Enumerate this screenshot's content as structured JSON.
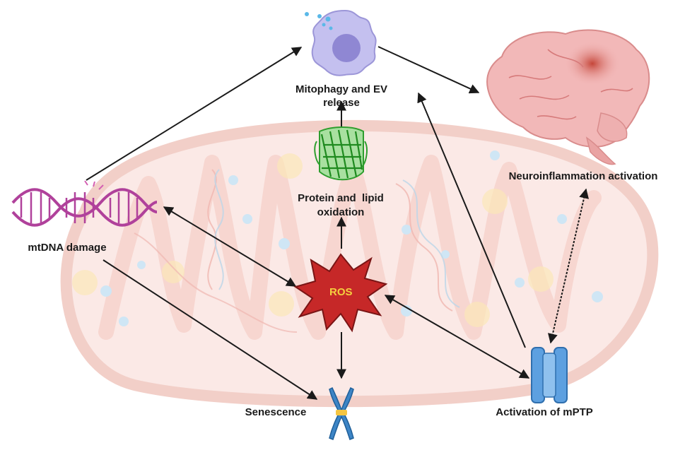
{
  "diagram": {
    "nodes": {
      "mitophagy": {
        "label_line1": "Mitophagy and EV",
        "label_line2": "release",
        "icon": "cell-vesicle-icon"
      },
      "neuroinflammation": {
        "label": "Neuroinflammation activation",
        "icon": "brain-icon"
      },
      "protein_oxidation": {
        "label_line1": "Protein and  lipid",
        "label_line2": "oxidation",
        "icon": "protein-barrel-icon"
      },
      "mtdna": {
        "label": "mtDNA damage",
        "icon": "dna-helix-icon"
      },
      "ros": {
        "label": "ROS",
        "icon": "starburst-icon"
      },
      "senescence": {
        "label": "Senescence",
        "icon": "chromosome-icon"
      },
      "mptp": {
        "label": "Activation of mPTP",
        "icon": "pore-channel-icon"
      }
    },
    "colors": {
      "mitochondrion_fill": "#fbe9e6",
      "mitochondrion_edge": "#f2cfc8",
      "ros_fill": "#c62828",
      "ros_text": "#f4d03f",
      "dna": "#b0419b",
      "protein": "#2e9e2e",
      "channel": "#4a90d9",
      "brain": "#f2b8b8",
      "cell": "#b9b4e8",
      "arrow": "#1a1a1a"
    }
  }
}
